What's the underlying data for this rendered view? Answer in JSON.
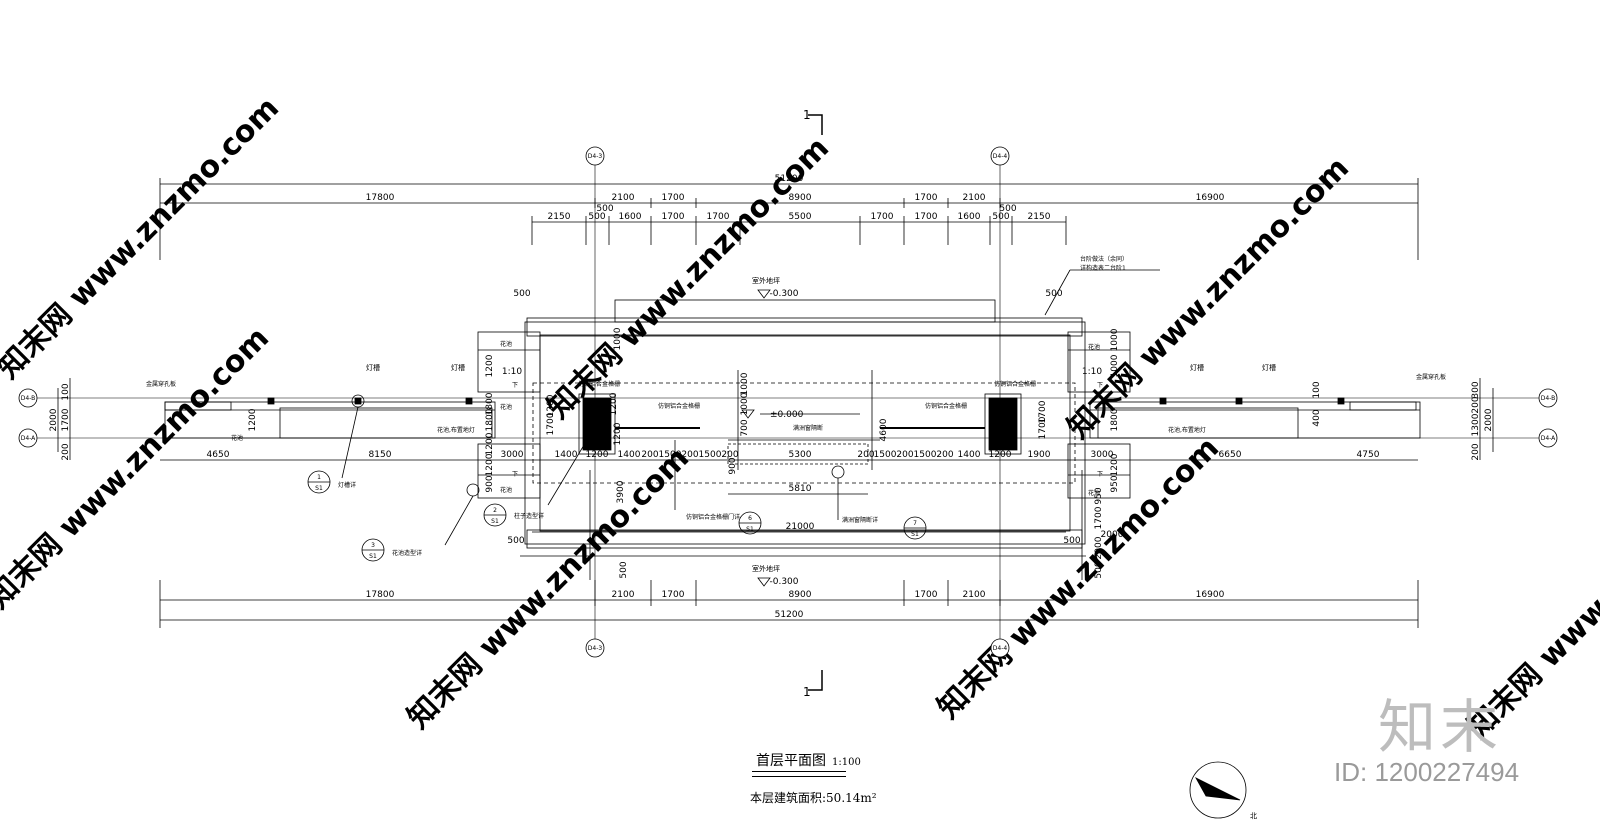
{
  "drawing": {
    "title": "首层平面图",
    "scale": "1:100",
    "area_label": "本层建筑面积:",
    "area_value": "50.14m²",
    "section_mark": "1",
    "north_label": "北"
  },
  "axes": {
    "left_col": "D4-3",
    "right_col": "D4-4",
    "top_row": "D4-B",
    "bottom_row": "D4-A"
  },
  "dims": {
    "overall": "51200",
    "top_row1": [
      "17800",
      "2100",
      "1700",
      "8900",
      "1700",
      "2100",
      "16900"
    ],
    "top_row2": [
      "2150",
      "500",
      "1600",
      "1700",
      "1700",
      "5500",
      "1700",
      "1700",
      "1600",
      "500",
      "2150"
    ],
    "top_500a": "500",
    "top_500b": "500",
    "bottom_row1": [
      "17800",
      "2100",
      "1700",
      "8900",
      "1700",
      "2100",
      "16900"
    ],
    "mid_row": [
      "4650",
      "8150",
      "3000",
      "1400",
      "1200",
      "1400",
      "200",
      "1500",
      "200",
      "1500",
      "200",
      "5300",
      "200",
      "1500",
      "200",
      "1500",
      "200",
      "1400",
      "1200",
      "1900",
      "3000",
      "6650",
      "4750"
    ],
    "inner_21000": "21000",
    "inner_5810": "5810",
    "left_vert": [
      "100",
      "1700",
      "200",
      "2000"
    ],
    "right_vert": [
      "300",
      "200",
      "1300",
      "2000",
      "200"
    ],
    "misc": [
      "500",
      "500",
      "1200",
      "1200",
      "1200",
      "1000",
      "1000",
      "900",
      "1700",
      "1800",
      "1200",
      "950",
      "3900",
      "500",
      "500",
      "1000",
      "1200",
      "700",
      "1000",
      "900",
      "4600",
      "2000",
      "1700",
      "500",
      "500",
      "2000",
      "1700",
      "1000",
      "1200",
      "400",
      "100",
      "1800",
      "1200",
      "950",
      "1:10",
      "1:10",
      "1200",
      "1700",
      "1800"
    ]
  },
  "labels": {
    "ground_top": "室外地坪",
    "ground_top_elev": "-0.300",
    "ground_bottom": "室外地坪",
    "ground_bottom_elev": "-0.300",
    "floor_elev": "±0.000",
    "step_note1": "台阶做法（余同）",
    "step_note2": "详构造表二台阶1",
    "metal_panel_left": "金属穿孔板",
    "metal_panel_right": "金属穿孔板",
    "lamp_slot": "灯槽",
    "flower_pool": "花池",
    "flower_pool_lamp": "花池,布置地灯",
    "down": "下",
    "grille_left": "仿铜铝合金格栅",
    "grille_right": "仿铜铝合金格栅",
    "grille_mid_left": "仿铜铝合金格栅",
    "grille_mid_right": "仿铜铝合金格栅",
    "grille_door": "仿铜铝合金格栅门详",
    "partition": "满洲窗隔断",
    "partition_detail": "满洲窗隔断详",
    "pillar_detail": "柱子造型详",
    "lamp_detail": "灯槽详",
    "pool_detail": "花池造型详"
  },
  "details": [
    {
      "num": "1",
      "sheet": "S1"
    },
    {
      "num": "2",
      "sheet": "S1"
    },
    {
      "num": "3",
      "sheet": "S1"
    },
    {
      "num": "6",
      "sheet": "S1"
    },
    {
      "num": "7",
      "sheet": "S1"
    }
  ],
  "watermark": "知末网 www.znzmo.com",
  "brand": "知末",
  "image_id": "ID: 1200227494"
}
